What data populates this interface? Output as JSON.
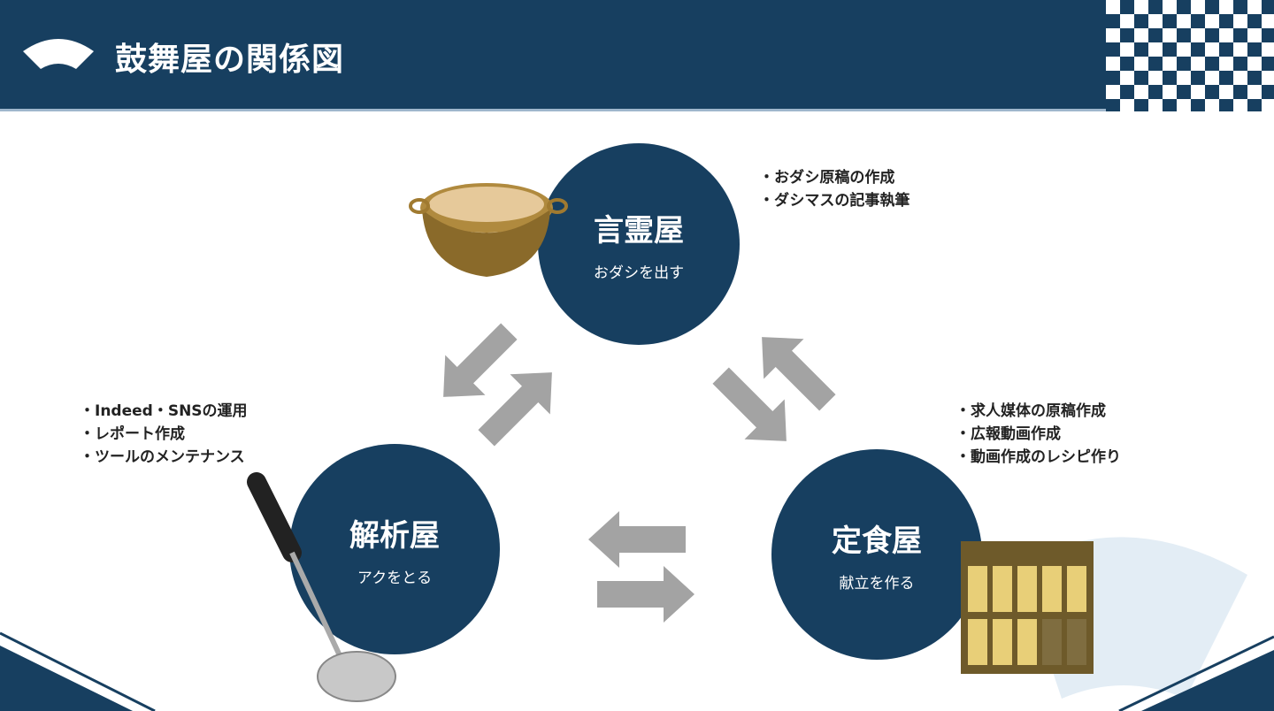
{
  "header": {
    "title": "鼓舞屋の関係図",
    "icon": "fan-icon"
  },
  "nodes": [
    {
      "name": "言霊屋",
      "subtitle": "おダシを出す",
      "tasks": [
        "・おダシ原稿の作成",
        "・ダシマスの記事執筆"
      ]
    },
    {
      "name": "解析屋",
      "subtitle": "アクをとる",
      "tasks": [
        "・Indeed・SNSの運用",
        "・レポート作成",
        "・ツールのメンテナンス"
      ]
    },
    {
      "name": "定食屋",
      "subtitle": "献立を作る",
      "tasks": [
        "・求人媒体の原稿作成",
        "・広報動画作成",
        "・動画作成のレシピ作り"
      ]
    }
  ],
  "colors": {
    "navy": "#173f60",
    "arrow": "#a3a3a3",
    "fan": "#e3edf5"
  }
}
